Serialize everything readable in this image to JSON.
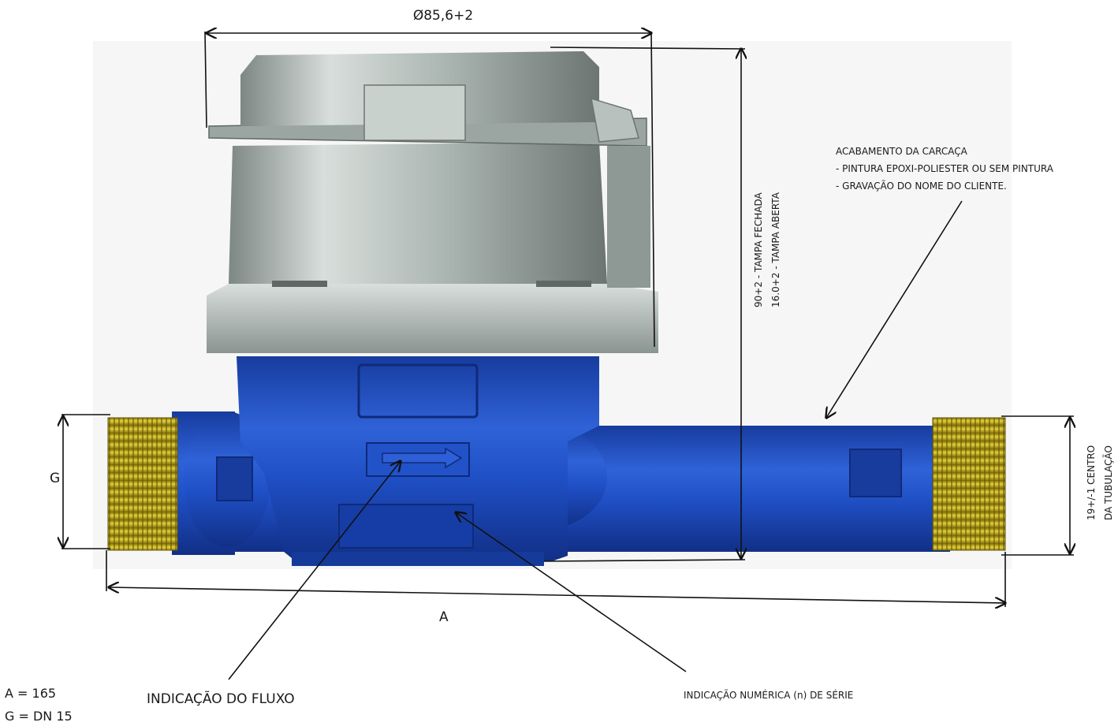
{
  "dimensions": {
    "top_diameter": "Ø85,6+2",
    "height_line1": "90+2 - TAMPA FECHADA",
    "height_line2": "16.0+2 - TAMPA ABERTA",
    "center_line1": "19+/-1 CENTRO",
    "center_line2": "DA TUBULAÇÃO",
    "left_label": "G",
    "bottom_label": "A"
  },
  "finish_note": {
    "title": "ACABAMENTO DA CARCAÇA",
    "line1": "- PINTURA EPOXI-POLIESTER OU SEM PINTURA",
    "line2": "- GRAVAÇÃO DO NOME DO CLIENTE."
  },
  "callouts": {
    "flow": "INDICAÇÃO DO FLUXO",
    "serial": "INDICAÇÃO NUMÉRICA (n) DE SÉRIE"
  },
  "legend": {
    "a_value": "A = 165",
    "g_value": "G = DN 15"
  },
  "colors": {
    "body_blue": "#1f4fc4",
    "cover_gray": "#b3bcb8",
    "thread_gold": "#c9b21c",
    "line": "#111111"
  }
}
